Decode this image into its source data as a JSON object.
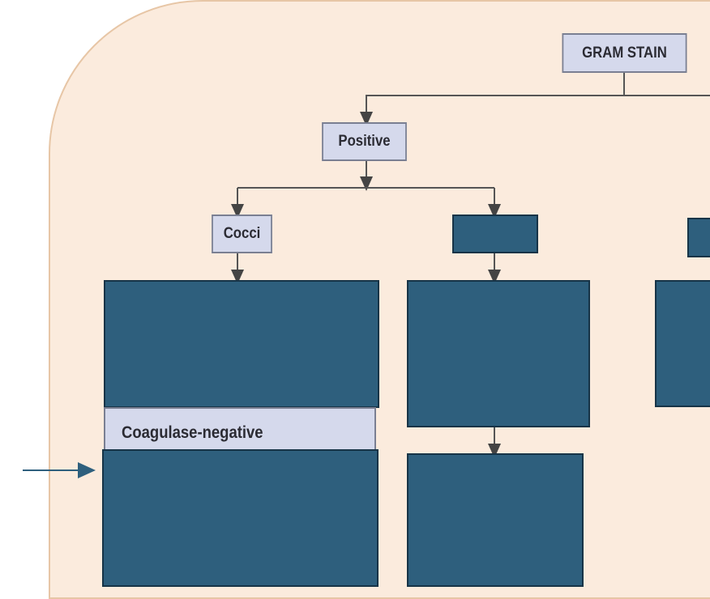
{
  "diagram": {
    "root": "GRAM STAIN",
    "level1": "Positive",
    "level2": "Cocci",
    "partial_label": "Coagulase-negative"
  },
  "colors": {
    "background_panel": "#fbebdd",
    "node_fill": "#d5d9ec",
    "redaction_fill": "#2e5f7d",
    "connector": "#555555",
    "pointer_arrow": "#2e5f7d"
  }
}
